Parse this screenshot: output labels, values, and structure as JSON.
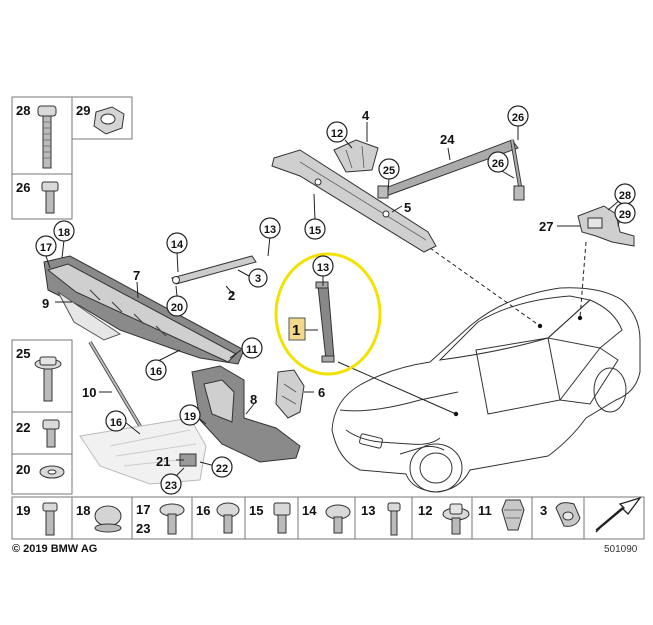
{
  "diagram": {
    "copyright": "© 2019 BMW AG",
    "diagram_number": "501090",
    "highlight_label": "1",
    "callouts": {
      "c4": "4",
      "c12": "12",
      "c25": "25",
      "c24": "24",
      "c26a": "26",
      "c26b": "26",
      "c15": "15",
      "c5": "5",
      "c27": "27",
      "c28": "28",
      "c29": "29",
      "c17": "17",
      "c18": "18",
      "c7": "7",
      "c9": "9",
      "c14": "14",
      "c13a": "13",
      "c3": "3",
      "c2": "2",
      "c20": "20",
      "c13b": "13",
      "c11": "11",
      "c16a": "16",
      "c10": "10",
      "c16b": "16",
      "c8": "8",
      "c6": "6",
      "c19": "19",
      "c21": "21",
      "c22": "22",
      "c23": "23"
    },
    "left_legend": [
      "28",
      "29",
      "26",
      "25",
      "22",
      "20"
    ],
    "bottom_legend": [
      "19",
      "18",
      "17",
      "23",
      "16",
      "15",
      "14",
      "13",
      "12",
      "11",
      "3"
    ]
  }
}
